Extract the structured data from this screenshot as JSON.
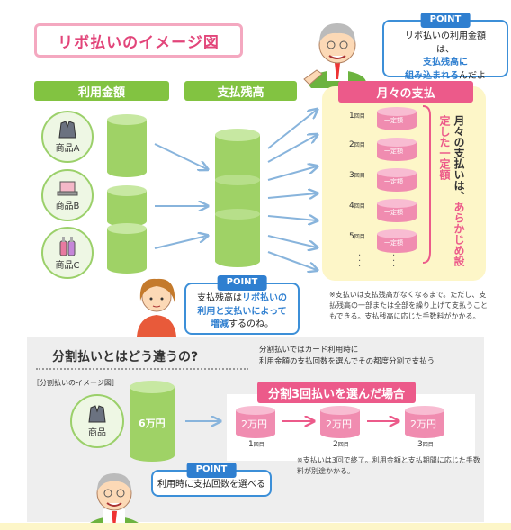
{
  "title": "リボ払いのイメージ図",
  "labels": {
    "usage": "利用金額",
    "balance": "支払残高",
    "monthly": "月々の支払"
  },
  "products": [
    {
      "name": "商品A",
      "icon": "suit-jacket-icon"
    },
    {
      "name": "商品B",
      "icon": "laptop-icon"
    },
    {
      "name": "商品C",
      "icon": "bottles-icon"
    }
  ],
  "point1": {
    "tag": "POINT",
    "pre": "リボ払いの利用金額は、",
    "hl1": "支払残高に",
    "hl2": "組み込まれる",
    "post": "んだよ"
  },
  "point2": {
    "tag": "POINT",
    "pre": "支払残高は",
    "hl1": "リボ払いの",
    "hl2": "利用と支払いによって",
    "hl3": "増減",
    "post": "するのね。"
  },
  "installments": {
    "rows": [
      {
        "num": "1",
        "unit": "回目",
        "text": "一定額"
      },
      {
        "num": "2",
        "unit": "回目",
        "text": "一定額"
      },
      {
        "num": "3",
        "unit": "回目",
        "text": "一定額"
      },
      {
        "num": "4",
        "unit": "回目",
        "text": "一定額"
      },
      {
        "num": "5",
        "unit": "回目",
        "text": "一定額"
      }
    ],
    "vertical_prefix": "月々の支払いは、",
    "vertical_highlight": "あらかじめ設定した一定額"
  },
  "note1": "※支払いは支払残高がなくなるまで。ただし、支払残高の一部または全部を繰り上げて支払うこともできる。支払残高に応じた手数料がかかる。",
  "section2": {
    "title": "分割払いとはどう違うの?",
    "desc1": "分割払いではカード利用時に",
    "desc2": "利用金額の支払回数を選んでその都度分割で支払う",
    "sublabel": "［分割払いのイメージ図］",
    "product": "商品",
    "amount": "6万円",
    "tag": "分割3回払いを選んだ場合",
    "parts": [
      {
        "amount": "2万円",
        "num": "1",
        "unit": "回目"
      },
      {
        "amount": "2万円",
        "num": "2",
        "unit": "回目"
      },
      {
        "amount": "2万円",
        "num": "3",
        "unit": "回目"
      }
    ],
    "note": "※支払いは3回で終了。利用金額と支払期間に応じた手数料が別途かかる。",
    "point": {
      "tag": "POINT",
      "text": "利用時に支払回数を選べる"
    }
  },
  "colors": {
    "green": "#82c341",
    "pink": "#ec5a8a",
    "blue": "#2f7fd0",
    "cream": "#fdf6c8"
  }
}
